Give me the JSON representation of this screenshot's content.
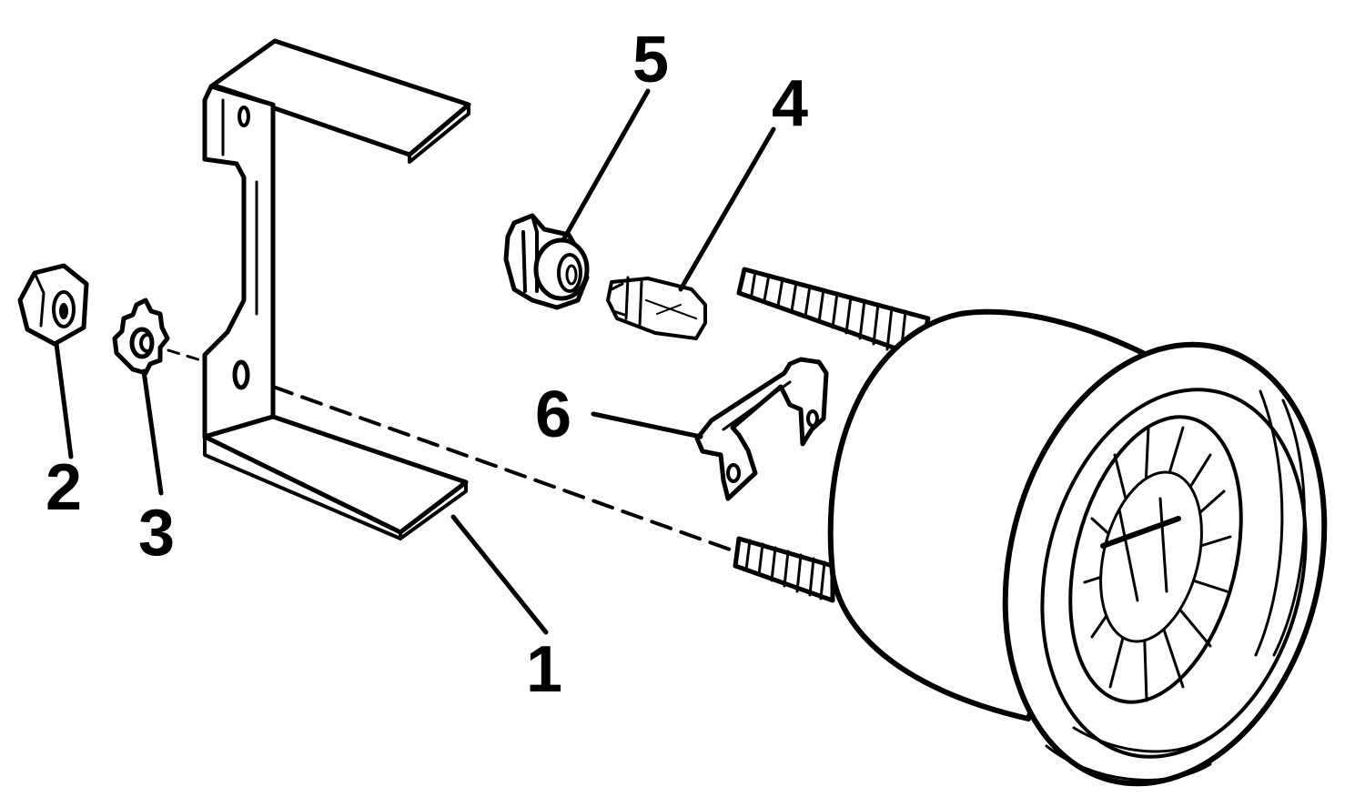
{
  "callouts": [
    {
      "id": "bracket",
      "number": "1"
    },
    {
      "id": "nut",
      "number": "2"
    },
    {
      "id": "lock-washer",
      "number": "3"
    },
    {
      "id": "bulb",
      "number": "4"
    },
    {
      "id": "bulb-socket",
      "number": "5"
    },
    {
      "id": "clamp",
      "number": "6"
    }
  ]
}
